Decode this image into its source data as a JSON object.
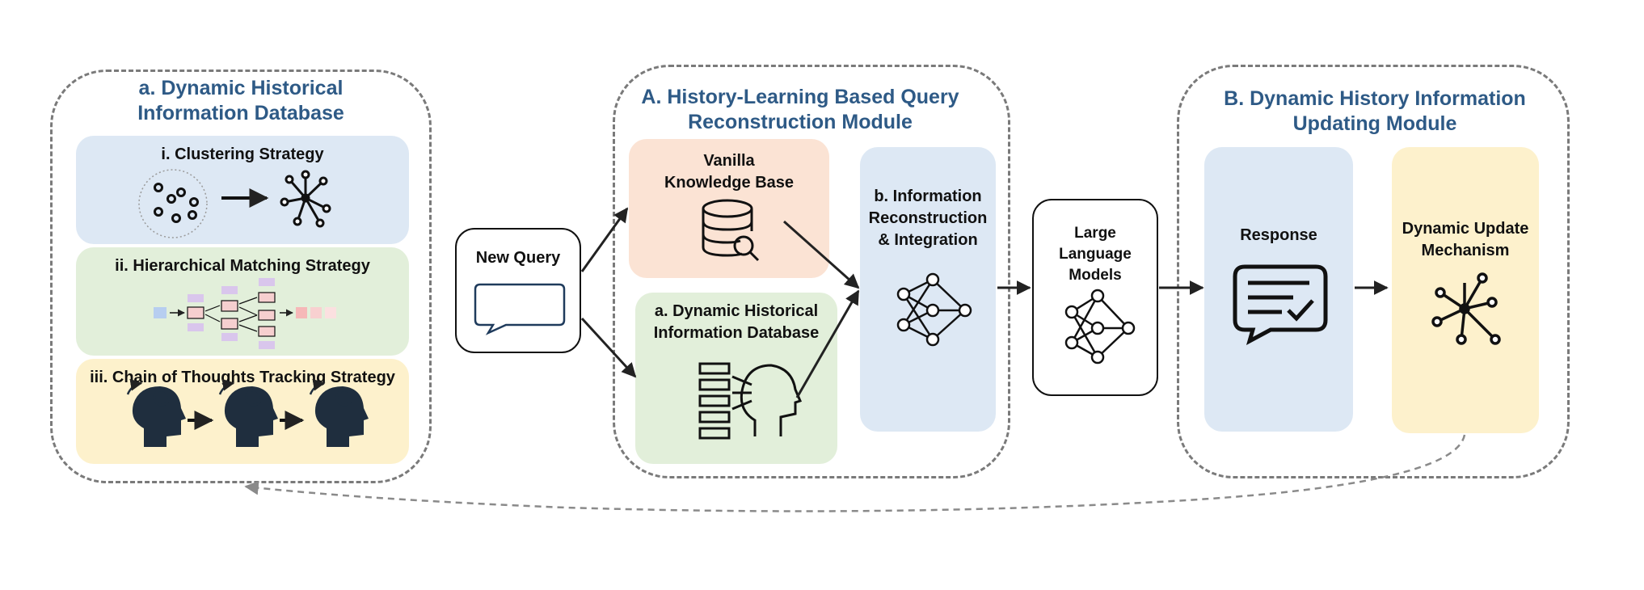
{
  "left_group": {
    "title": "a. Dynamic Historical\nInformation Database",
    "strategies": [
      {
        "label": "i. Clustering Strategy"
      },
      {
        "label": "ii. Hierarchical Matching Strategy"
      },
      {
        "label": "iii. Chain of Thoughts Tracking Strategy"
      }
    ]
  },
  "query": {
    "label": "New Query",
    "bubble": "?"
  },
  "module_a": {
    "title": "A. History-Learning Based Query\nReconstruction Module",
    "kb_label": "Vanilla\nKnowledge Base",
    "db_label": "a. Dynamic Historical\nInformation Database",
    "recon_label": "b. Information\nReconstruction\n& Integration"
  },
  "llm": {
    "label": "Large\nLanguage\nModels"
  },
  "module_b": {
    "title": "B. Dynamic History Information\nUpdating Module",
    "response_label": "Response",
    "update_label": "Dynamic Update\nMechanism"
  },
  "colors": {
    "title_blue": "#2e5a86",
    "panel_blue": "#dde8f4",
    "panel_green": "#e2efda",
    "panel_yellow": "#fdf1cc",
    "panel_orange": "#fbe3d4",
    "dashed_border": "#7a7a7a"
  }
}
